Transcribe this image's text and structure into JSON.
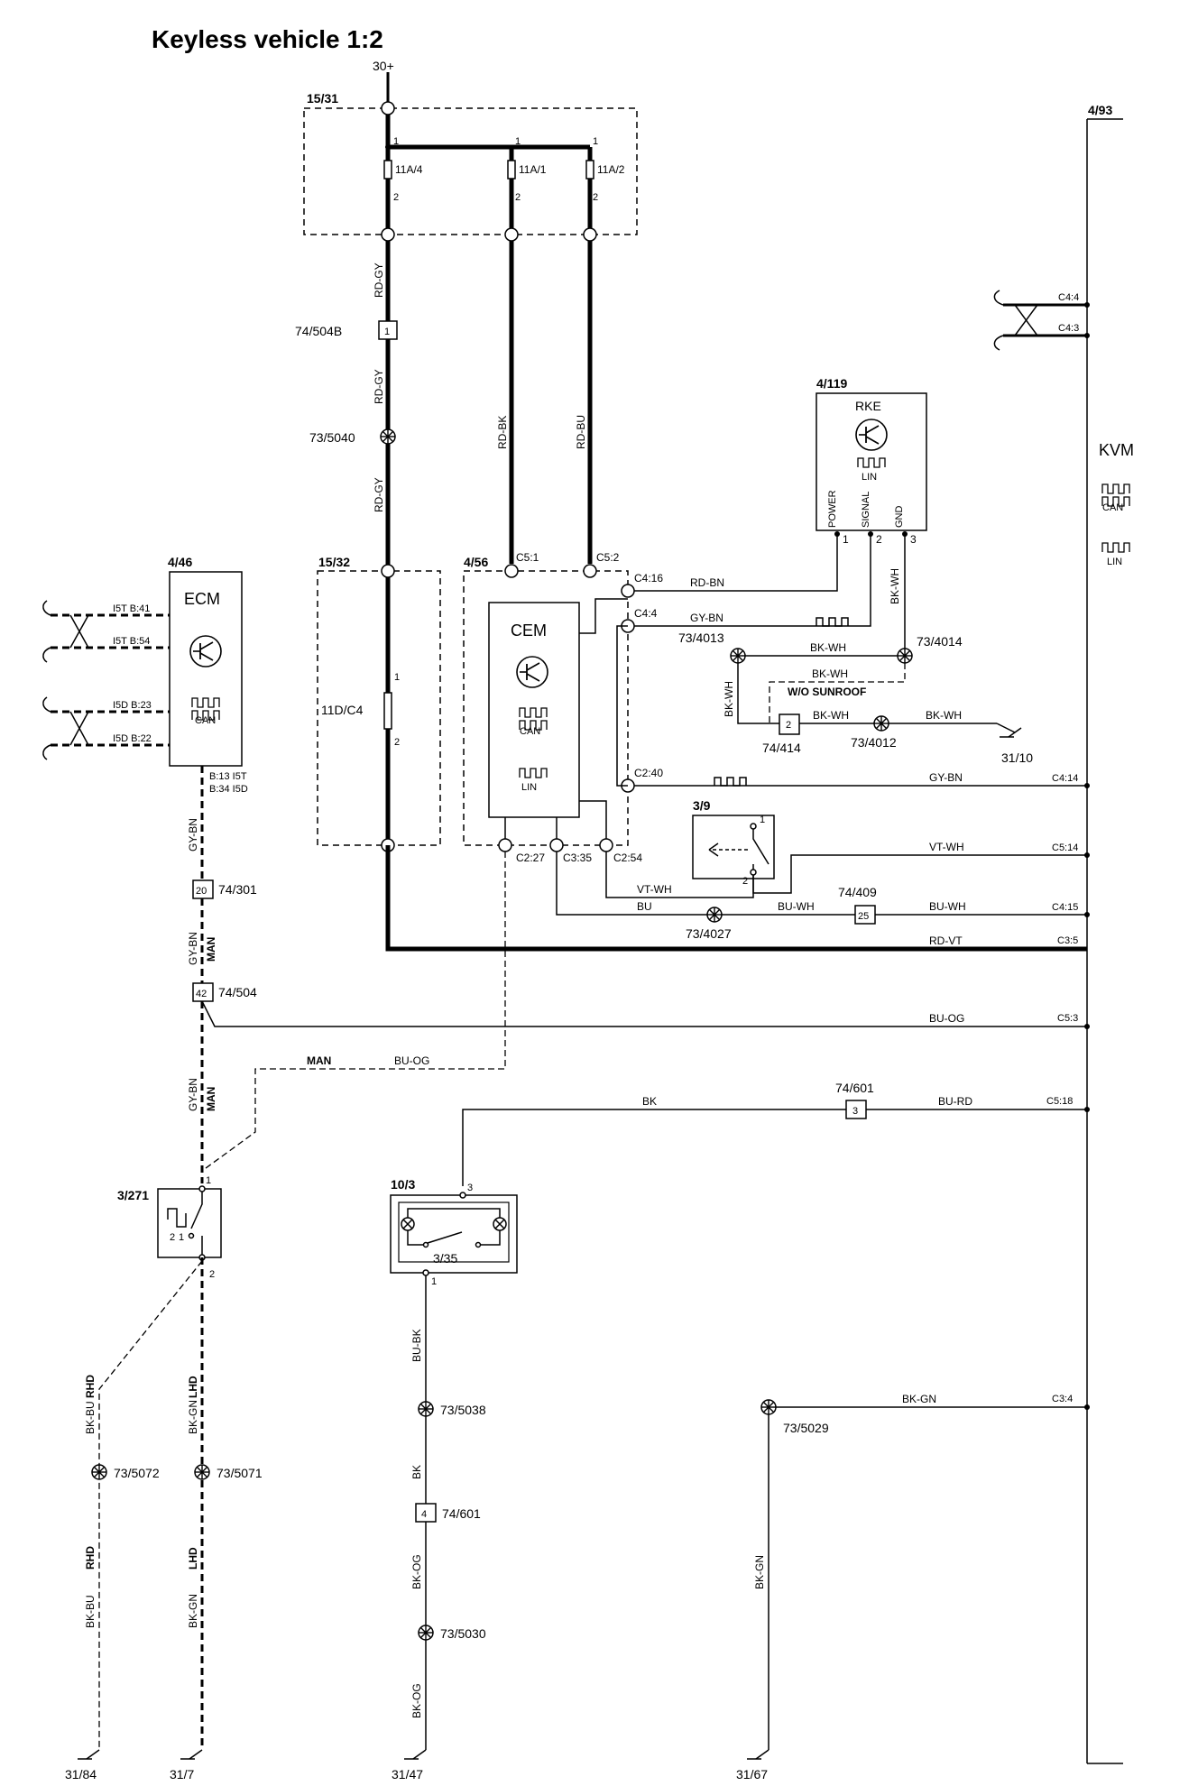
{
  "title": "Keyless vehicle 1:2",
  "supply": "30+",
  "components": {
    "fuse_box_top": "15/31",
    "fuse_box_mid": "15/32",
    "ecm_ref": "4/46",
    "ecm": "ECM",
    "cem_ref": "4/56",
    "cem": "CEM",
    "rke_ref": "4/119",
    "rke": "RKE",
    "kvm_ref": "4/93",
    "kvm": "KVM",
    "switch_39": "3/9",
    "switch_3271": "3/271",
    "lamp_103": "10/3",
    "lamp_335": "3/35"
  },
  "fuses": {
    "f1": "11A/4",
    "f2": "11A/1",
    "f3": "11A/2",
    "f4": "11D/C4"
  },
  "bus": {
    "can": "CAN",
    "lin": "LIN"
  },
  "rke_pins": {
    "power": "POWER",
    "signal": "SIGNAL",
    "gnd": "GND"
  },
  "pins": {
    "one": "1",
    "two": "2",
    "three": "3",
    "c51": "C5:1",
    "c52": "C5:2",
    "c416": "C4:16",
    "c44": "C4:4",
    "c240": "C2:40",
    "c227": "C2:27",
    "c335": "C3:35",
    "c254": "C2:54",
    "k44": "C4:4",
    "k43": "C4:3",
    "k414": "C4:14",
    "k514": "C5:14",
    "k415": "C4:15",
    "k35": "C3:5",
    "k53": "C5:3",
    "k518": "C5:18",
    "k34": "C3:4",
    "ecm_p1": "I5T B:41",
    "ecm_p2": "I5T B:54",
    "ecm_p3": "I5D B:23",
    "ecm_p4": "I5D B:22",
    "ecm_out1": "B:13 I5T",
    "ecm_out2": "B:34 I5D",
    "sw271_p2": "2",
    "sw271_p1": "1"
  },
  "connectors": {
    "c504b": "74/504B",
    "c504b_pin": "1",
    "c301": "74/301",
    "c301_pin": "20",
    "c504": "74/504",
    "c504_pin": "42",
    "c414": "74/414",
    "c414_pin": "2",
    "c409": "74/409",
    "c409_pin": "25",
    "c601a": "74/601",
    "c601a_pin": "3",
    "c601b": "74/601",
    "c601b_pin": "4"
  },
  "splices": {
    "s5040": "73/5040",
    "s4013": "73/4013",
    "s4014": "73/4014",
    "s4012": "73/4012",
    "s4027": "73/4027",
    "s5038": "73/5038",
    "s5030": "73/5030",
    "s5029": "73/5029",
    "s5072": "73/5072",
    "s5071": "73/5071"
  },
  "wires": {
    "rdgy": "RD-GY",
    "rdbk": "RD-BK",
    "rdbu": "RD-BU",
    "rdbn": "RD-BN",
    "gybn": "GY-BN",
    "bkwh": "BK-WH",
    "vtwh": "VT-WH",
    "bu": "BU",
    "buwh": "BU-WH",
    "rdvt": "RD-VT",
    "buog": "BU-OG",
    "bk": "BK",
    "burd": "BU-RD",
    "bkgn": "BK-GN",
    "bubk": "BU-BK",
    "bkog": "BK-OG",
    "bkbu": "BK-BU"
  },
  "labels": {
    "man": "MAN",
    "rhd": "RHD",
    "lhd": "LHD",
    "wo_sunroof": "W/O SUNROOF"
  },
  "grounds": {
    "g3110": "31/10",
    "g3184": "31/84",
    "g317": "31/7",
    "g3147": "31/47",
    "g3167": "31/67"
  }
}
